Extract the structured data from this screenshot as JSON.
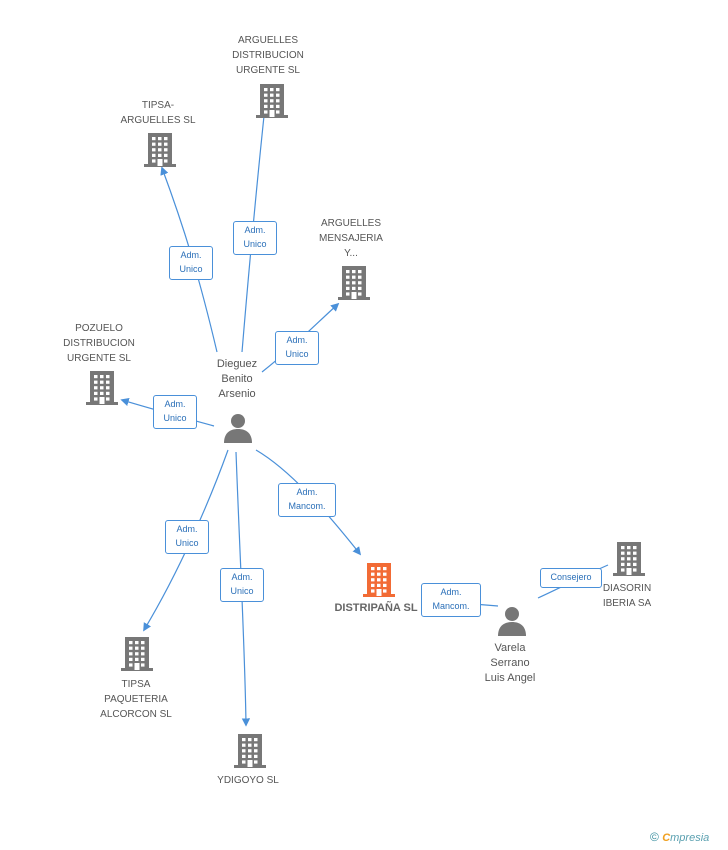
{
  "colors": {
    "edge": "#4a90d9",
    "node": "#777777",
    "focus": "#f26b35"
  },
  "companies": {
    "argu_dist": {
      "lines": [
        "ARGUELLES",
        "DISTRIBUCION",
        "URGENTE SL"
      ]
    },
    "tipsa_argu": {
      "lines": [
        "TIPSA-",
        "ARGUELLES  SL"
      ]
    },
    "argu_mens": {
      "lines": [
        "ARGUELLES",
        "MENSAJERIA",
        "Y..."
      ]
    },
    "pozuelo": {
      "lines": [
        "POZUELO",
        "DISTRIBUCION",
        "URGENTE SL"
      ]
    },
    "distripana": {
      "lines": [
        "DISTRIPAÑA SL"
      ]
    },
    "diasorin": {
      "lines": [
        "DIASORIN",
        "IBERIA SA"
      ]
    },
    "tipsa_paq": {
      "lines": [
        "TIPSA",
        "PAQUETERIA",
        "ALCORCON  SL"
      ]
    },
    "ydigoyo": {
      "lines": [
        "YDIGOYO  SL"
      ]
    }
  },
  "persons": {
    "dieguez": {
      "lines": [
        "Dieguez",
        "Benito",
        "Arsenio"
      ]
    },
    "varela": {
      "lines": [
        "Varela",
        "Serrano",
        "Luis Angel"
      ]
    }
  },
  "edges": {
    "e1": {
      "lines": [
        "Adm.",
        "Unico"
      ]
    },
    "e2": {
      "lines": [
        "Adm.",
        "Unico"
      ]
    },
    "e3": {
      "lines": [
        "Adm.",
        "Unico"
      ]
    },
    "e4": {
      "lines": [
        "Adm.",
        "Unico"
      ]
    },
    "e5": {
      "lines": [
        "Adm.",
        "Mancom."
      ]
    },
    "e6": {
      "lines": [
        "Adm.",
        "Unico"
      ]
    },
    "e7": {
      "lines": [
        "Adm.",
        "Unico"
      ]
    },
    "e8": {
      "lines": [
        "Adm.",
        "Mancom."
      ]
    },
    "e9": {
      "lines": [
        "Consejero"
      ]
    }
  },
  "footer": {
    "symbol": "©",
    "brand_initial": "C",
    "brand_rest": "mpresia"
  }
}
